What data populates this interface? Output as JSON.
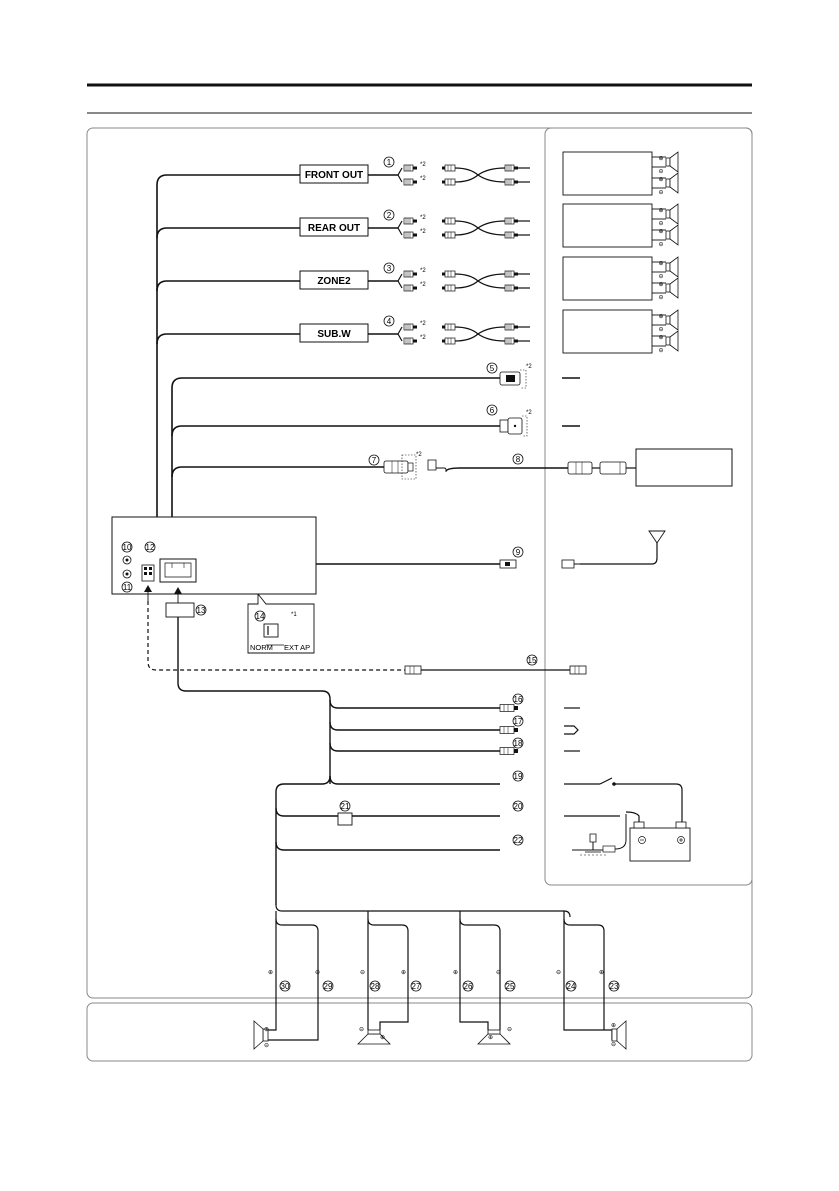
{
  "outputs": [
    {
      "num": "1",
      "label": "FRONT OUT",
      "note": "*2"
    },
    {
      "num": "2",
      "label": "REAR OUT",
      "note": "*2"
    },
    {
      "num": "3",
      "label": "ZONE2",
      "note": "*2"
    },
    {
      "num": "4",
      "label": "SUB.W",
      "note": "*2"
    }
  ],
  "connectors": {
    "c5": {
      "num": "5",
      "note": "*2"
    },
    "c6": {
      "num": "6",
      "note": "*2"
    },
    "c7": {
      "num": "7",
      "note": "*2"
    },
    "c8": {
      "num": "8"
    },
    "c9": {
      "num": "9"
    },
    "c10": {
      "num": "10"
    },
    "c11": {
      "num": "11"
    },
    "c12": {
      "num": "12"
    },
    "c13": {
      "num": "13"
    },
    "c15": {
      "num": "15"
    },
    "c16": {
      "num": "16"
    },
    "c17": {
      "num": "17"
    },
    "c18": {
      "num": "18"
    },
    "c19": {
      "num": "19"
    },
    "c20": {
      "num": "20"
    },
    "c21": {
      "num": "21"
    },
    "c22": {
      "num": "22"
    }
  },
  "switch": {
    "num": "14",
    "note": "*1",
    "left": "NORM",
    "right": "EXT AP"
  },
  "speaker_wires": [
    {
      "num": "30",
      "pol": "⊕"
    },
    {
      "num": "29",
      "pol": "⊖"
    },
    {
      "num": "28",
      "pol": "⊖"
    },
    {
      "num": "27",
      "pol": "⊕"
    },
    {
      "num": "26",
      "pol": "⊕"
    },
    {
      "num": "25",
      "pol": "⊖"
    },
    {
      "num": "24",
      "pol": "⊖"
    },
    {
      "num": "23",
      "pol": "⊕"
    }
  ],
  "polarity": {
    "plus": "⊕",
    "minus": "⊖"
  },
  "colors": {
    "line": "#111111",
    "panel_border": "#888888",
    "background": "#ffffff"
  }
}
